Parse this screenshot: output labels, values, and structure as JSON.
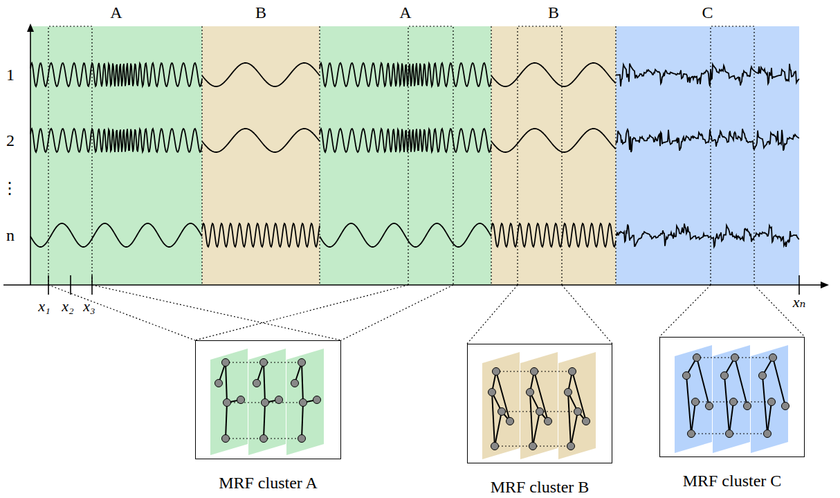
{
  "diagram": {
    "nodes": [
      {
        "text": [
          "A"
        ]
      },
      {
        "text": [
          "B"
        ]
      },
      {
        "text": [
          "A"
        ]
      },
      {
        "text": [
          "B"
        ]
      },
      {
        "text": [
          "C"
        ]
      },
      {
        "text": [
          "MRF cluster A"
        ]
      },
      {
        "text": [
          "MRF cluster B"
        ]
      },
      {
        "text": [
          "MRF cluster C"
        ]
      }
    ],
    "edges": [
      {
        "from": 0,
        "to": 5,
        "arrow": "none"
      },
      {
        "from": 2,
        "to": 5,
        "arrow": "none"
      },
      {
        "from": 3,
        "to": 6,
        "arrow": "none"
      },
      {
        "from": 4,
        "to": 7,
        "arrow": "none"
      }
    ],
    "labels": [
      "1",
      "2",
      "⋮",
      "n",
      "x₁",
      "x₂",
      "x₃",
      "xₙ"
    ]
  }
}
